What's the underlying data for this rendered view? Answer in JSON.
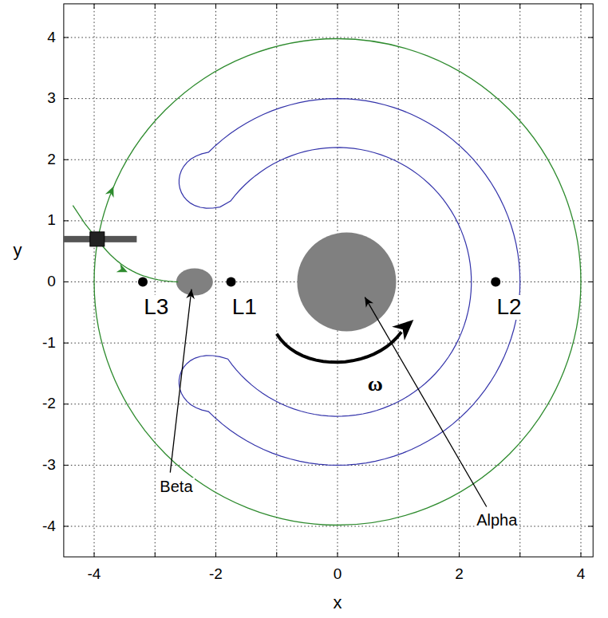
{
  "diagram": {
    "labels": [
      "4",
      "3",
      "2",
      "1",
      "0",
      "-1",
      "-2",
      "-3",
      "-4",
      "-4",
      "-2",
      "0",
      "2",
      "4",
      "y",
      "x",
      "L3",
      "L1",
      "L2",
      "ω",
      "Beta",
      "Alpha"
    ]
  }
}
